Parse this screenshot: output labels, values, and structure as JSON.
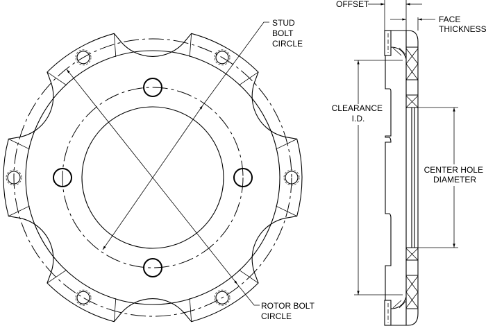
{
  "labels": {
    "stud_bolt_circle": [
      "STUD",
      "BOLT",
      "CIRCLE"
    ],
    "rotor_bolt_circle": [
      "ROTOR BOLT",
      "CIRCLE"
    ],
    "offset": "OFFSET",
    "face_thickness": [
      "FACE",
      "THICKNESS"
    ],
    "clearance_id": [
      "CLEARANCE",
      "I.D."
    ],
    "center_hole_diameter": [
      "CENTER HOLE",
      "DIAMETER"
    ]
  },
  "counts": {
    "rotor_bolt_holes": 6,
    "stud_holes": 4
  }
}
